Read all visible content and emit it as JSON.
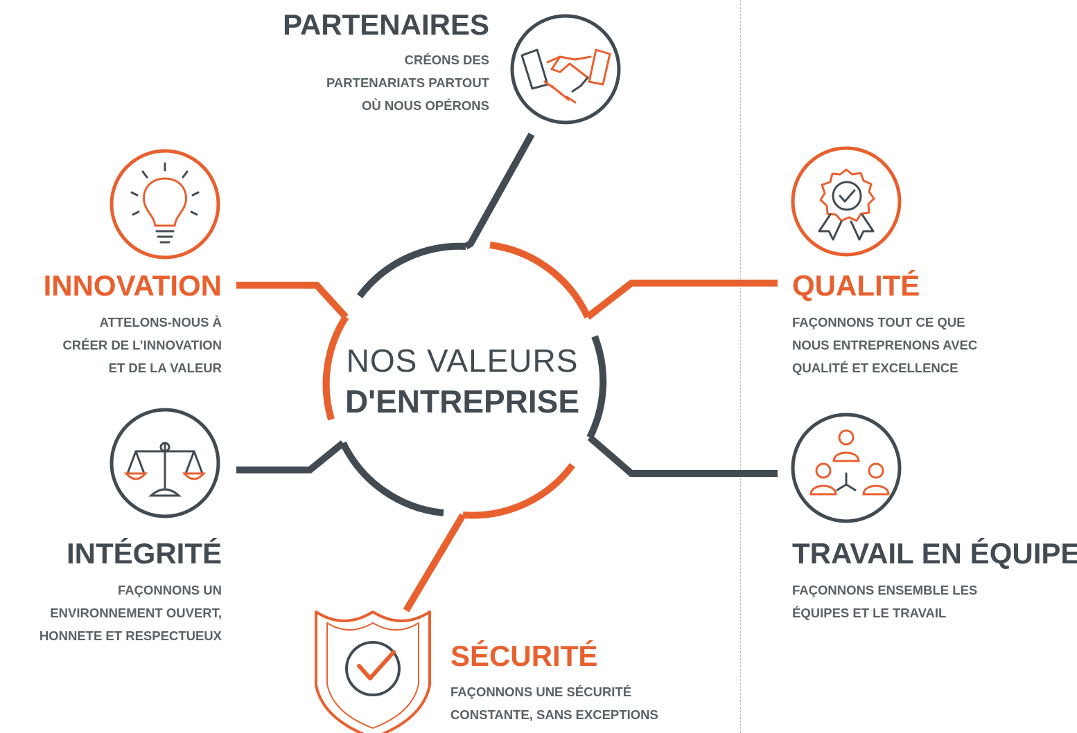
{
  "center": {
    "line1": "NOS VALEURS",
    "line2": "D'ENTREPRISE"
  },
  "colors": {
    "dark": "#434b52",
    "accent": "#e9602f",
    "text": "#5a6166"
  },
  "values": {
    "partenaires": {
      "title": "PARTENAIRES",
      "desc": [
        "CRÉONS DES",
        "PARTENARIATS PARTOUT",
        "OÙ NOUS OPÉRONS"
      ],
      "icon": "handshake-icon"
    },
    "innovation": {
      "title": "INNOVATION",
      "desc": [
        "ATTELONS-NOUS À",
        "CRÉER DE L’INNOVATION",
        "ET DE LA VALEUR"
      ],
      "icon": "lightbulb-icon"
    },
    "integrite": {
      "title": "INTÉGRITÉ",
      "desc": [
        "FAÇONNONS UN",
        "ENVIRONNEMENT OUVERT,",
        "HONNETE ET RESPECTUEUX"
      ],
      "icon": "scales-icon"
    },
    "securite": {
      "title": "SÉCURITÉ",
      "desc": [
        "FAÇONNONS UNE SÉCURITÉ",
        "CONSTANTE, SANS EXCEPTIONS"
      ],
      "icon": "shield-check-icon"
    },
    "qualite": {
      "title": "QUALITÉ",
      "desc": [
        "FAÇONNONS TOUT CE QUE",
        "NOUS ENTREPRENONS AVEC",
        "QUALITÉ ET EXCELLENCE"
      ],
      "icon": "award-badge-icon"
    },
    "travail": {
      "title": "TRAVAIL EN ÉQUIPE",
      "desc": [
        "FAÇONNONS ENSEMBLE LES",
        "ÉQUIPES ET LE TRAVAIL"
      ],
      "icon": "team-icon"
    }
  }
}
